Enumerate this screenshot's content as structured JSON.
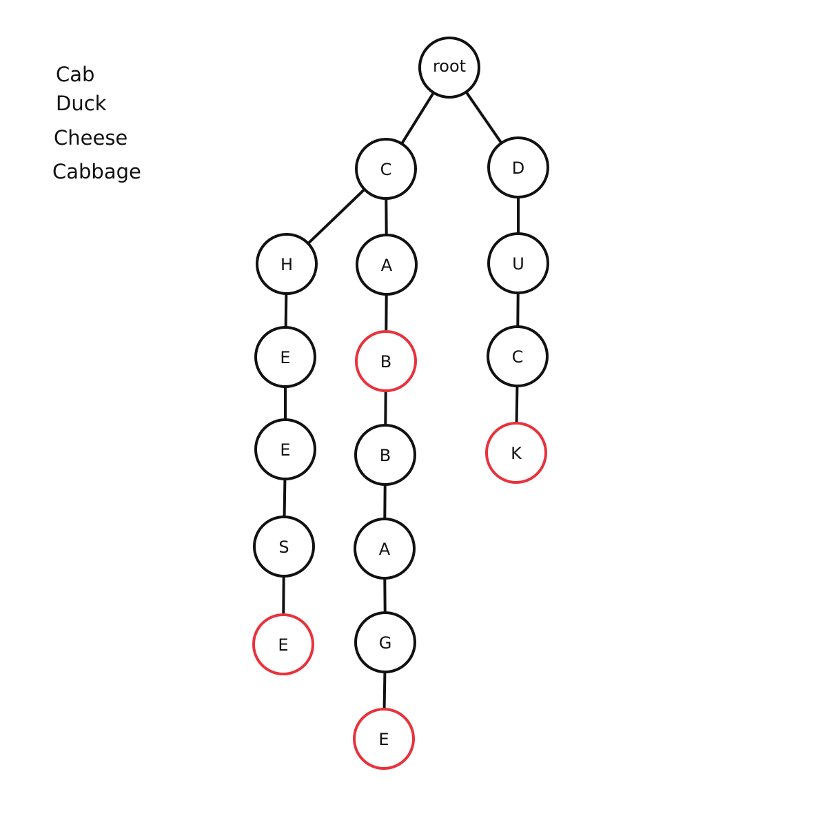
{
  "words": [
    "Cab",
    "Duck",
    "Cheese",
    "Cabbage"
  ],
  "colors": {
    "normal": "#111111",
    "end_of_word": "#e8323c"
  },
  "trie": {
    "nodes": [
      {
        "id": "root",
        "label": "root",
        "end": false
      },
      {
        "id": "c",
        "label": "C",
        "end": false
      },
      {
        "id": "d",
        "label": "D",
        "end": false
      },
      {
        "id": "ch",
        "label": "H",
        "end": false
      },
      {
        "id": "che",
        "label": "E",
        "end": false
      },
      {
        "id": "chee",
        "label": "E",
        "end": false
      },
      {
        "id": "chees",
        "label": "S",
        "end": false
      },
      {
        "id": "cheese",
        "label": "E",
        "end": true
      },
      {
        "id": "ca",
        "label": "A",
        "end": false
      },
      {
        "id": "cab",
        "label": "B",
        "end": true
      },
      {
        "id": "cabb",
        "label": "B",
        "end": false
      },
      {
        "id": "cabba",
        "label": "A",
        "end": false
      },
      {
        "id": "cabbag",
        "label": "G",
        "end": false
      },
      {
        "id": "cabbage",
        "label": "E",
        "end": true
      },
      {
        "id": "du",
        "label": "U",
        "end": false
      },
      {
        "id": "duc",
        "label": "C",
        "end": false
      },
      {
        "id": "duck",
        "label": "K",
        "end": true
      }
    ],
    "edges": [
      [
        "root",
        "c"
      ],
      [
        "root",
        "d"
      ],
      [
        "c",
        "ch"
      ],
      [
        "c",
        "ca"
      ],
      [
        "ch",
        "che"
      ],
      [
        "che",
        "chee"
      ],
      [
        "chee",
        "chees"
      ],
      [
        "chees",
        "cheese"
      ],
      [
        "ca",
        "cab"
      ],
      [
        "cab",
        "cabb"
      ],
      [
        "cabb",
        "cabba"
      ],
      [
        "cabba",
        "cabbag"
      ],
      [
        "cabbag",
        "cabbage"
      ],
      [
        "d",
        "du"
      ],
      [
        "du",
        "duc"
      ],
      [
        "duc",
        "duck"
      ]
    ]
  }
}
